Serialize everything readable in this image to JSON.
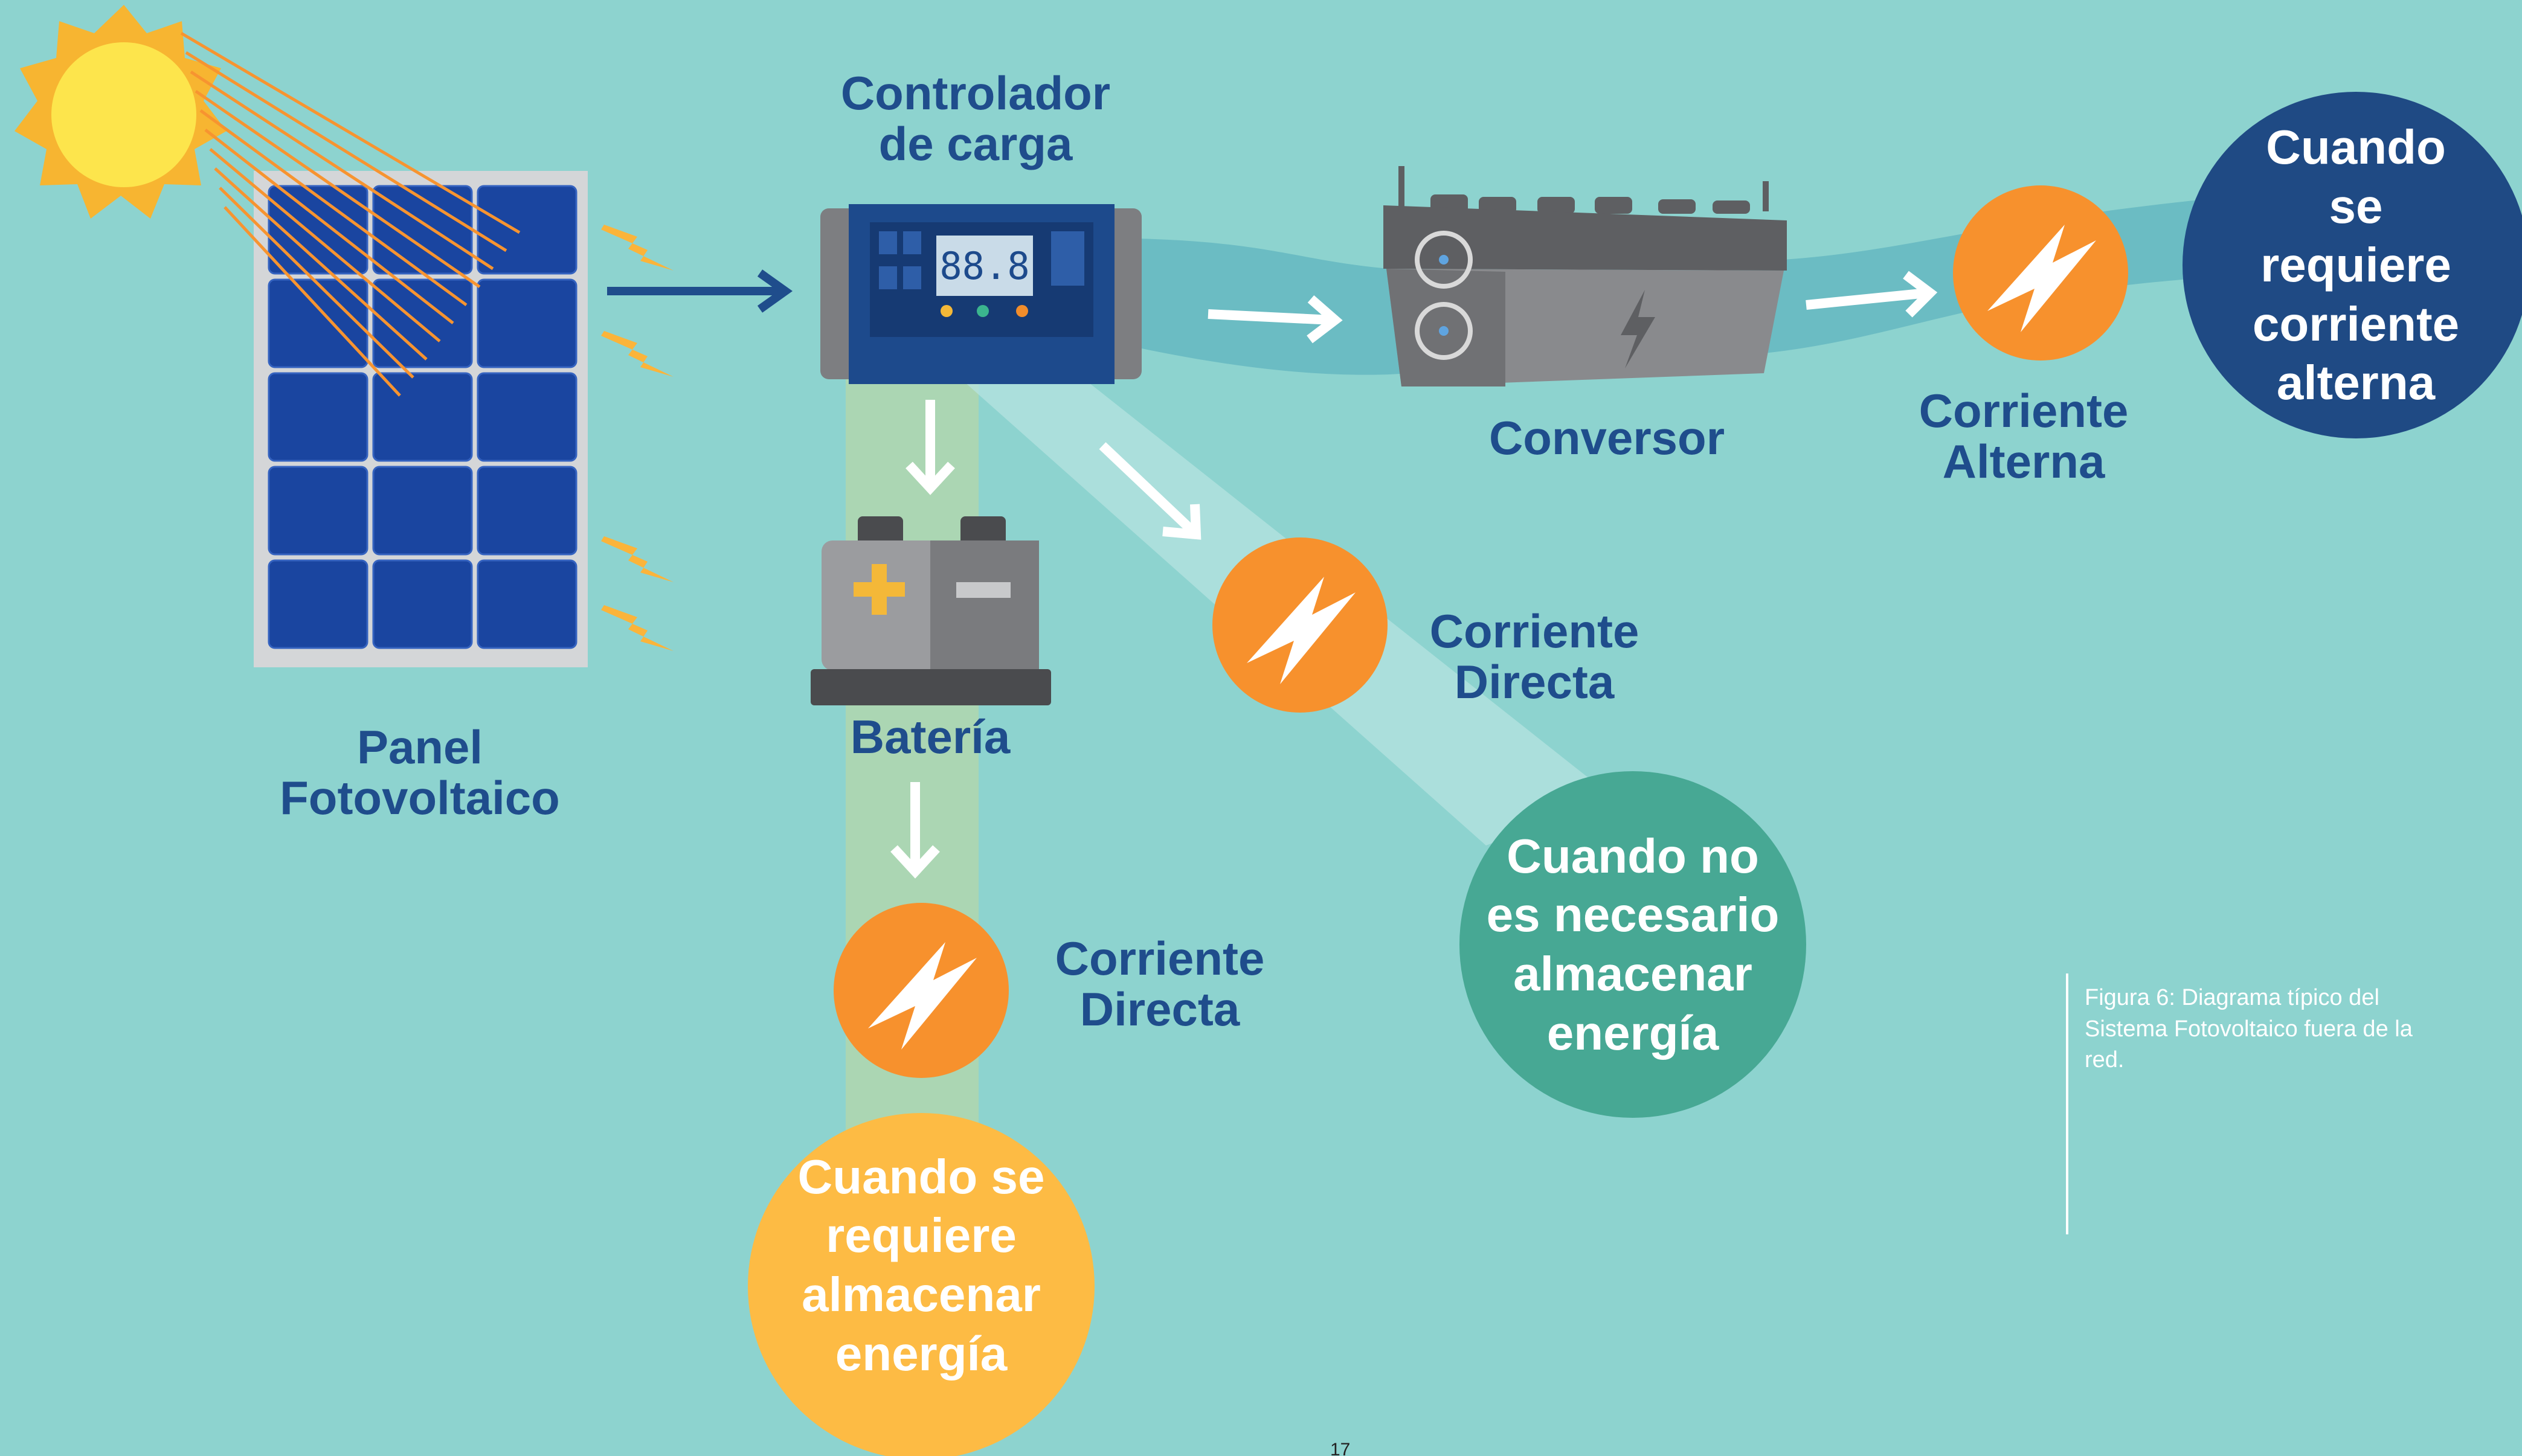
{
  "labels": {
    "panel": "Panel Fotovoltaico",
    "controller": "Controlador de carga",
    "converter": "Conversor",
    "battery": "Batería",
    "ac_current": "Corriente Alterna",
    "dc_current_middle": "Corriente Directa",
    "dc_current_bottom": "Corriente Directa"
  },
  "controller_display": "88.8",
  "circles": {
    "ac_needed": "Cuando se requiere corriente alterna",
    "no_storage": "Cuando no es necesario almacenar energía",
    "storage": "Cuando se requiere almacenar energía"
  },
  "caption": "Figura 6: Diagrama típico del Sistema Fotovoltaico fuera de la red.",
  "page_number": "17",
  "colors": {
    "background": "#8dd3cf",
    "text_blue": "#1f4d8c",
    "navy_circle": "#1f4a84",
    "teal_circle": "#47a894",
    "yellow_circle": "#fdbb44",
    "orange_bolt": "#f7912d",
    "sun": "#fde54c",
    "panel_cell": "#1a45a0"
  },
  "icons": [
    "sun-icon",
    "solar-panel-icon",
    "charge-controller-icon",
    "battery-icon",
    "inverter-icon",
    "lightning-bolt-icon",
    "arrow-right-icon",
    "arrow-down-icon"
  ]
}
